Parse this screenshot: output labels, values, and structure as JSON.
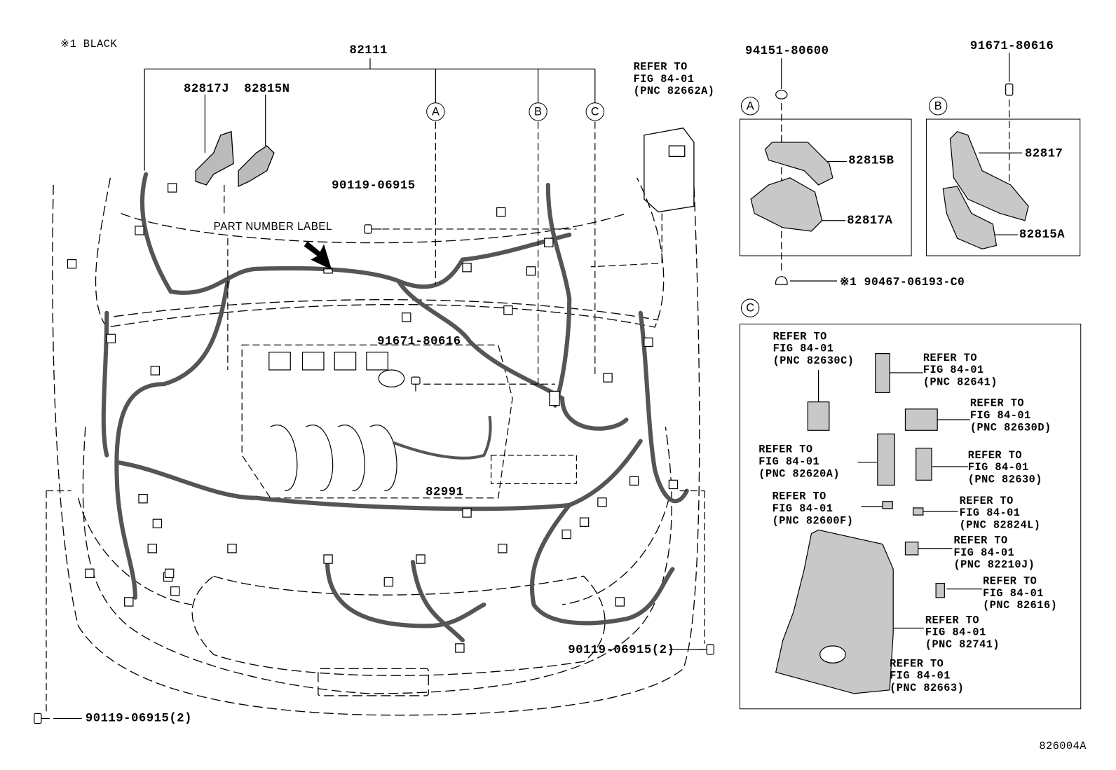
{
  "note": "※1 BLACK",
  "main": {
    "harness": "82111",
    "sub_parts": [
      "82817J",
      "82815N"
    ],
    "callouts": [
      "A",
      "B",
      "C"
    ],
    "ecu_ref": [
      "REFER TO",
      "FIG 84-01",
      "(PNC 82662A)"
    ],
    "bolt_top": "90119-06915",
    "part_number_label": "PART NUMBER LABEL",
    "bolt_engine": "91671-80616",
    "ground_wire": "82991",
    "bolt_right": "90119-06915(2)",
    "bolt_left": "90119-06915(2)"
  },
  "detail_a": {
    "callout": "A",
    "clip": "94151-80600",
    "parts": [
      "82815B",
      "82817A"
    ],
    "bottom_clip": "※1 90467-06193-C0"
  },
  "detail_b": {
    "callout": "B",
    "bolt": "91671-80616",
    "parts": [
      "82817",
      "82815A"
    ]
  },
  "detail_c": {
    "callout": "C",
    "refs": [
      {
        "l1": "REFER TO",
        "l2": "FIG 84-01",
        "l3": "(PNC 82630C)"
      },
      {
        "l1": "REFER TO",
        "l2": "FIG 84-01",
        "l3": "(PNC 82641)"
      },
      {
        "l1": "REFER TO",
        "l2": "FIG 84-01",
        "l3": "(PNC 82630D)"
      },
      {
        "l1": "REFER TO",
        "l2": "FIG 84-01",
        "l3": "(PNC 82620A)"
      },
      {
        "l1": "REFER TO",
        "l2": "FIG 84-01",
        "l3": "(PNC 82630)"
      },
      {
        "l1": "REFER TO",
        "l2": "FIG 84-01",
        "l3": "(PNC 82600F)"
      },
      {
        "l1": "REFER TO",
        "l2": "FIG 84-01",
        "l3": "(PNC 82824L)"
      },
      {
        "l1": "REFER TO",
        "l2": "FIG 84-01",
        "l3": "(PNC 82210J)"
      },
      {
        "l1": "REFER TO",
        "l2": "FIG 84-01",
        "l3": "(PNC 82616)"
      },
      {
        "l1": "REFER TO",
        "l2": "FIG 84-01",
        "l3": "(PNC 82741)"
      },
      {
        "l1": "REFER TO",
        "l2": "FIG 84-01",
        "l3": "(PNC 82663)"
      }
    ]
  },
  "figure_id": "826004A"
}
